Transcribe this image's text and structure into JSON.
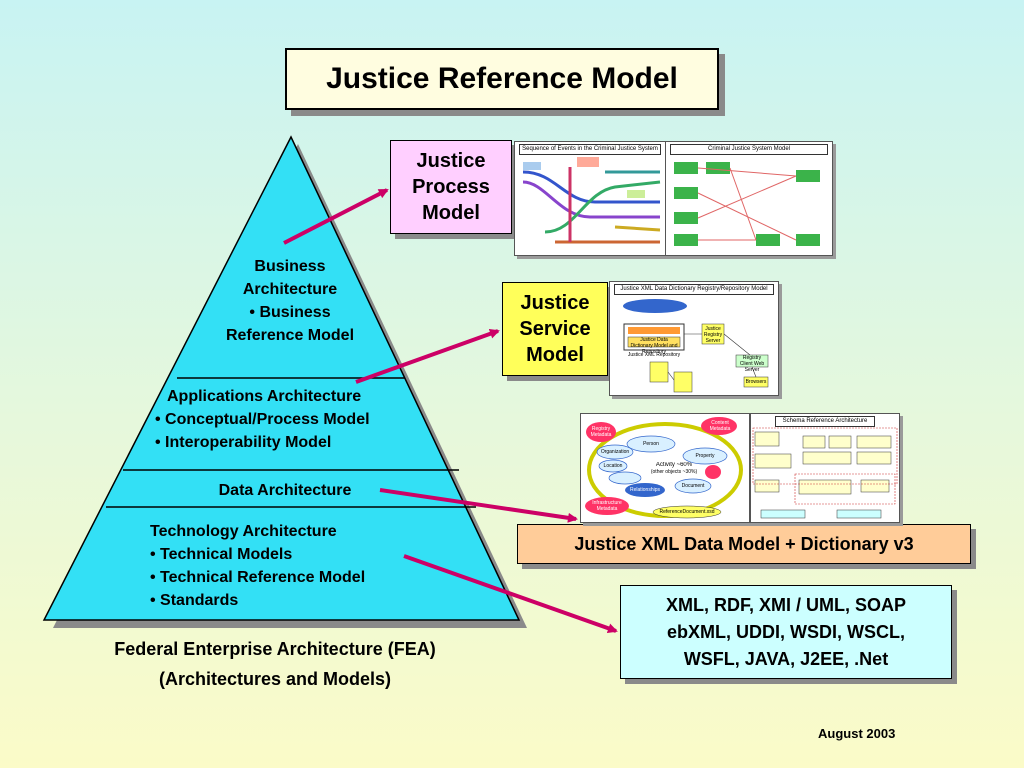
{
  "title": "Justice Reference Model",
  "pyramid": {
    "business": [
      "Business",
      "Architecture",
      "• Business",
      "Reference Model"
    ],
    "applications": [
      "Applications Architecture",
      "• Conceptual/Process Model",
      "• Interoperability Model"
    ],
    "data": "Data Architecture",
    "technology": [
      "Technology Architecture",
      "• Technical Models",
      "• Technical Reference Model",
      "• Standards"
    ]
  },
  "fea_caption": [
    "Federal Enterprise Architecture (FEA)",
    "(Architectures and Models)"
  ],
  "boxes": {
    "process": [
      "Justice",
      "Process",
      "Model"
    ],
    "service": [
      "Justice",
      "Service",
      "Model"
    ],
    "data_model": "Justice XML Data Model + Dictionary v3",
    "standards": [
      "XML, RDF, XMI / UML, SOAP",
      "ebXML, UDDI, WSDI, WSCL,",
      "WSFL, JAVA, J2EE, .Net"
    ]
  },
  "thumbnails": {
    "sequence": "Sequence of Events in the Criminal Justice System",
    "criminal": "Criminal Justice System Model",
    "registry": "Justice XML Data Dictionary Registry/Repository Model",
    "schema": "Schema Reference Architecture"
  },
  "registry_labels": [
    "Justice Data Dictionary Model and Repository",
    "Justice Registry Server",
    "Registry Client Web Server",
    "Browsers",
    "Justice XML Repository"
  ],
  "data_model_labels": [
    "Registry Metadata",
    "Content Metadata",
    "Person",
    "Property",
    "Organization",
    "Location",
    "Activity ~60%",
    "(other objects ~30%)",
    "Relationships",
    "Document",
    "Infrastructure Metadata",
    "ReferenceDocument.xsd"
  ],
  "date": "August  2003",
  "colors": {
    "pyramid_fill": "#33e0f5",
    "arrow": "#cc0066",
    "process_box": "#ffcfff",
    "service_box": "#ffff5a",
    "data_model_box": "#ffcc99",
    "standards_box": "#ccffff"
  }
}
